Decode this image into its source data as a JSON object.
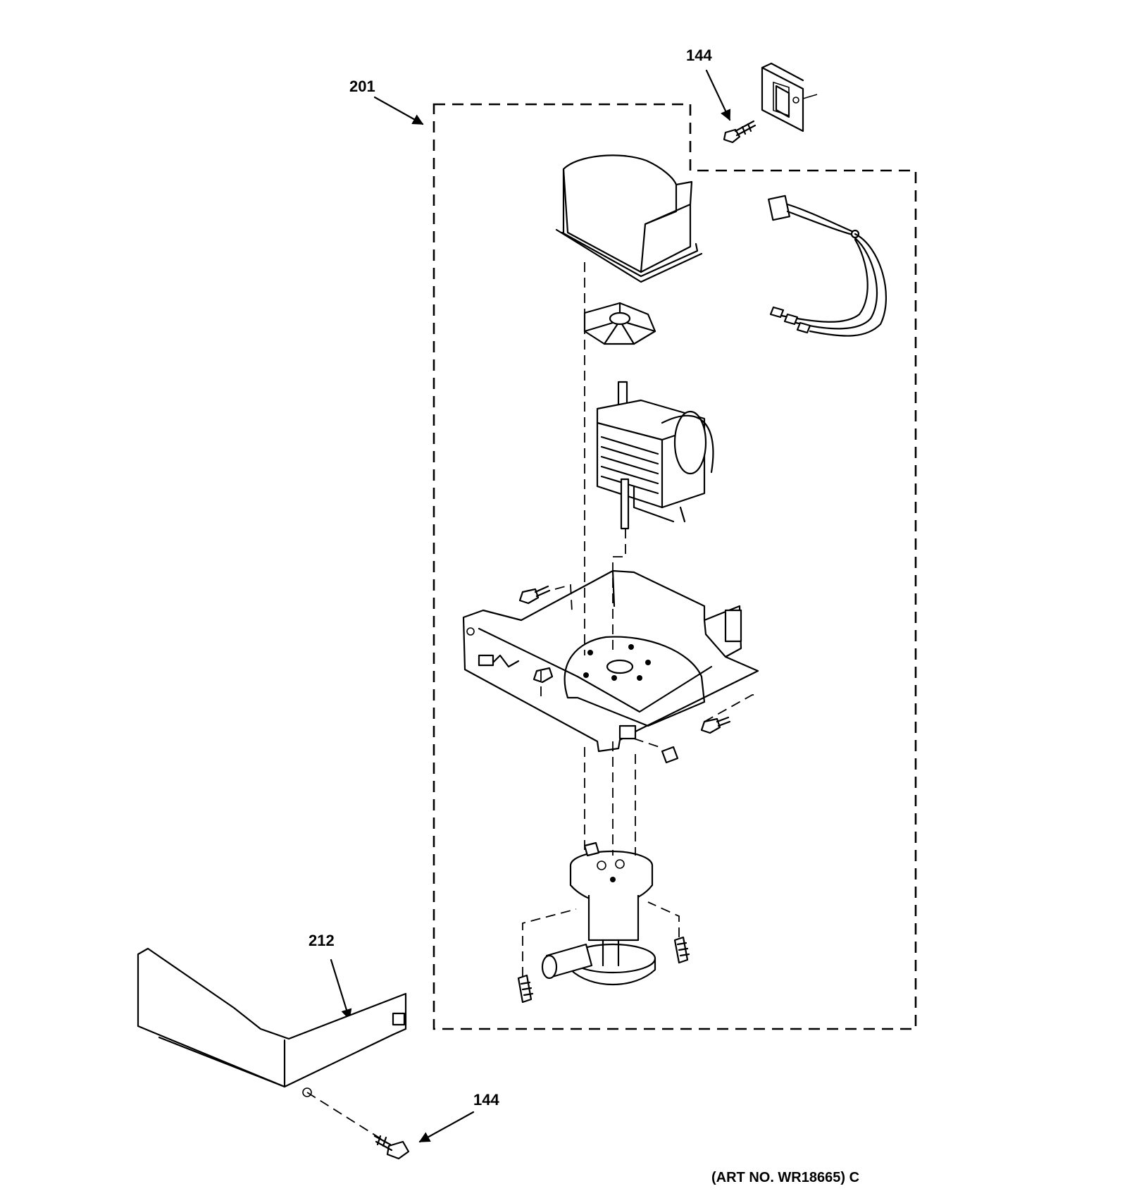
{
  "callouts": {
    "assembly": "201",
    "screw_top": "144",
    "cover": "212",
    "screw_bottom": "144"
  },
  "art_number": "(ART NO. WR18665) C"
}
